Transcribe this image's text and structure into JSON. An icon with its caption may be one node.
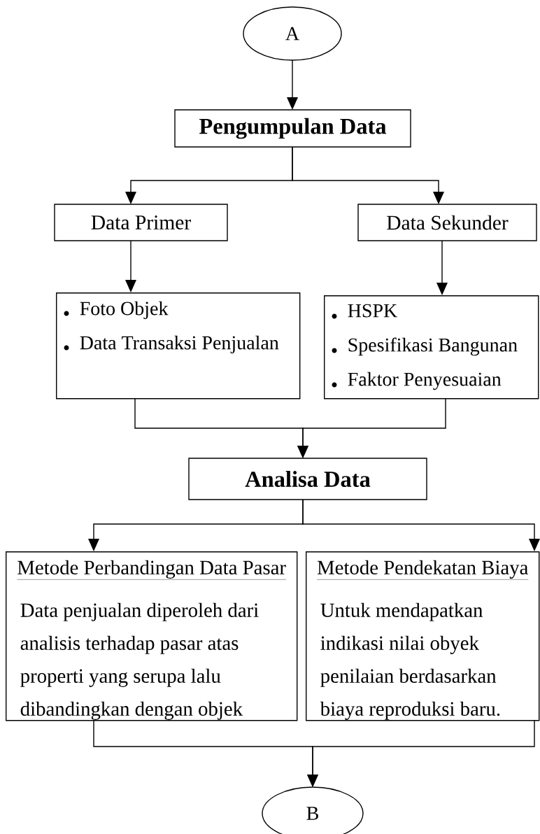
{
  "diagram": {
    "nodes": [
      {
        "text": [
          "A"
        ]
      },
      {
        "text": [
          "Pengumpulan Data"
        ]
      },
      {
        "text": [
          "Data Primer"
        ]
      },
      {
        "text": [
          "Data Sekunder"
        ]
      },
      {
        "text": [
          "Foto Objek",
          "Data Transaksi Penjualan"
        ]
      },
      {
        "text": [
          "HSPK",
          "Spesifikasi Bangunan",
          "Faktor Penyesuaian"
        ]
      },
      {
        "text": [
          "Analisa Data"
        ]
      },
      {
        "text": [
          "Metode Perbandingan Data Pasar",
          "Data penjualan diperoleh dari analisis terhadap pasar atas properti yang serupa lalu dibandingkan dengan objek"
        ]
      },
      {
        "text": [
          "Metode Pendekatan Biaya",
          "Untuk mendapatkan indikasi nilai obyek penilaian berdasarkan biaya reproduksi baru."
        ]
      },
      {
        "text": [
          "B"
        ]
      }
    ],
    "edges": [
      {
        "from": 0,
        "to": 1,
        "arrow": "to"
      },
      {
        "from": 1,
        "to": 2,
        "arrow": "to"
      },
      {
        "from": 1,
        "to": 3,
        "arrow": "to"
      },
      {
        "from": 2,
        "to": 4,
        "arrow": "to"
      },
      {
        "from": 3,
        "to": 5,
        "arrow": "to"
      },
      {
        "from": 4,
        "to": 6,
        "arrow": "to"
      },
      {
        "from": 5,
        "to": 6,
        "arrow": "to"
      },
      {
        "from": 6,
        "to": 7,
        "arrow": "to"
      },
      {
        "from": 6,
        "to": 8,
        "arrow": "to"
      },
      {
        "from": 7,
        "to": 9,
        "arrow": "to"
      },
      {
        "from": 8,
        "to": 9,
        "arrow": "to"
      }
    ]
  }
}
